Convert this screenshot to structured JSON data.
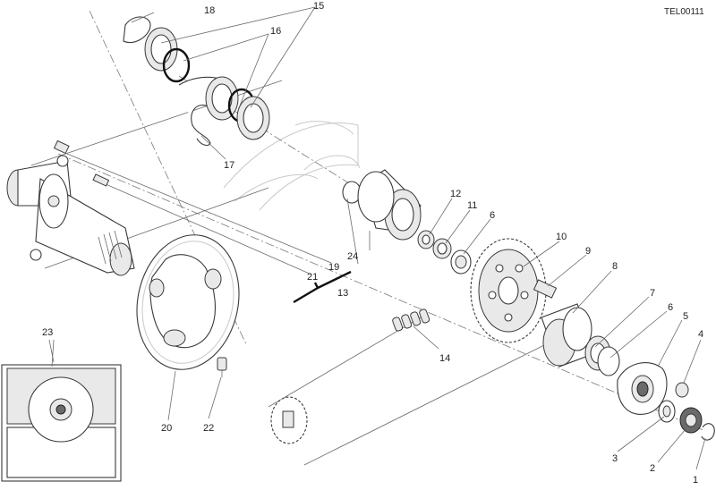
{
  "drawing_code": "TEL00111",
  "callouts": {
    "c1": "1",
    "c2": "2",
    "c3": "3",
    "c4": "4",
    "c5": "5",
    "c6a": "6",
    "c6b": "6",
    "c7": "7",
    "c8": "8",
    "c9": "9",
    "c10": "10",
    "c11": "11",
    "c12": "12",
    "c13": "13",
    "c14": "14",
    "c15": "15",
    "c16": "16",
    "c17": "17",
    "c18": "18",
    "c19": "19",
    "c20": "20",
    "c21": "21",
    "c22": "22",
    "c23": "23",
    "c24": "24"
  }
}
